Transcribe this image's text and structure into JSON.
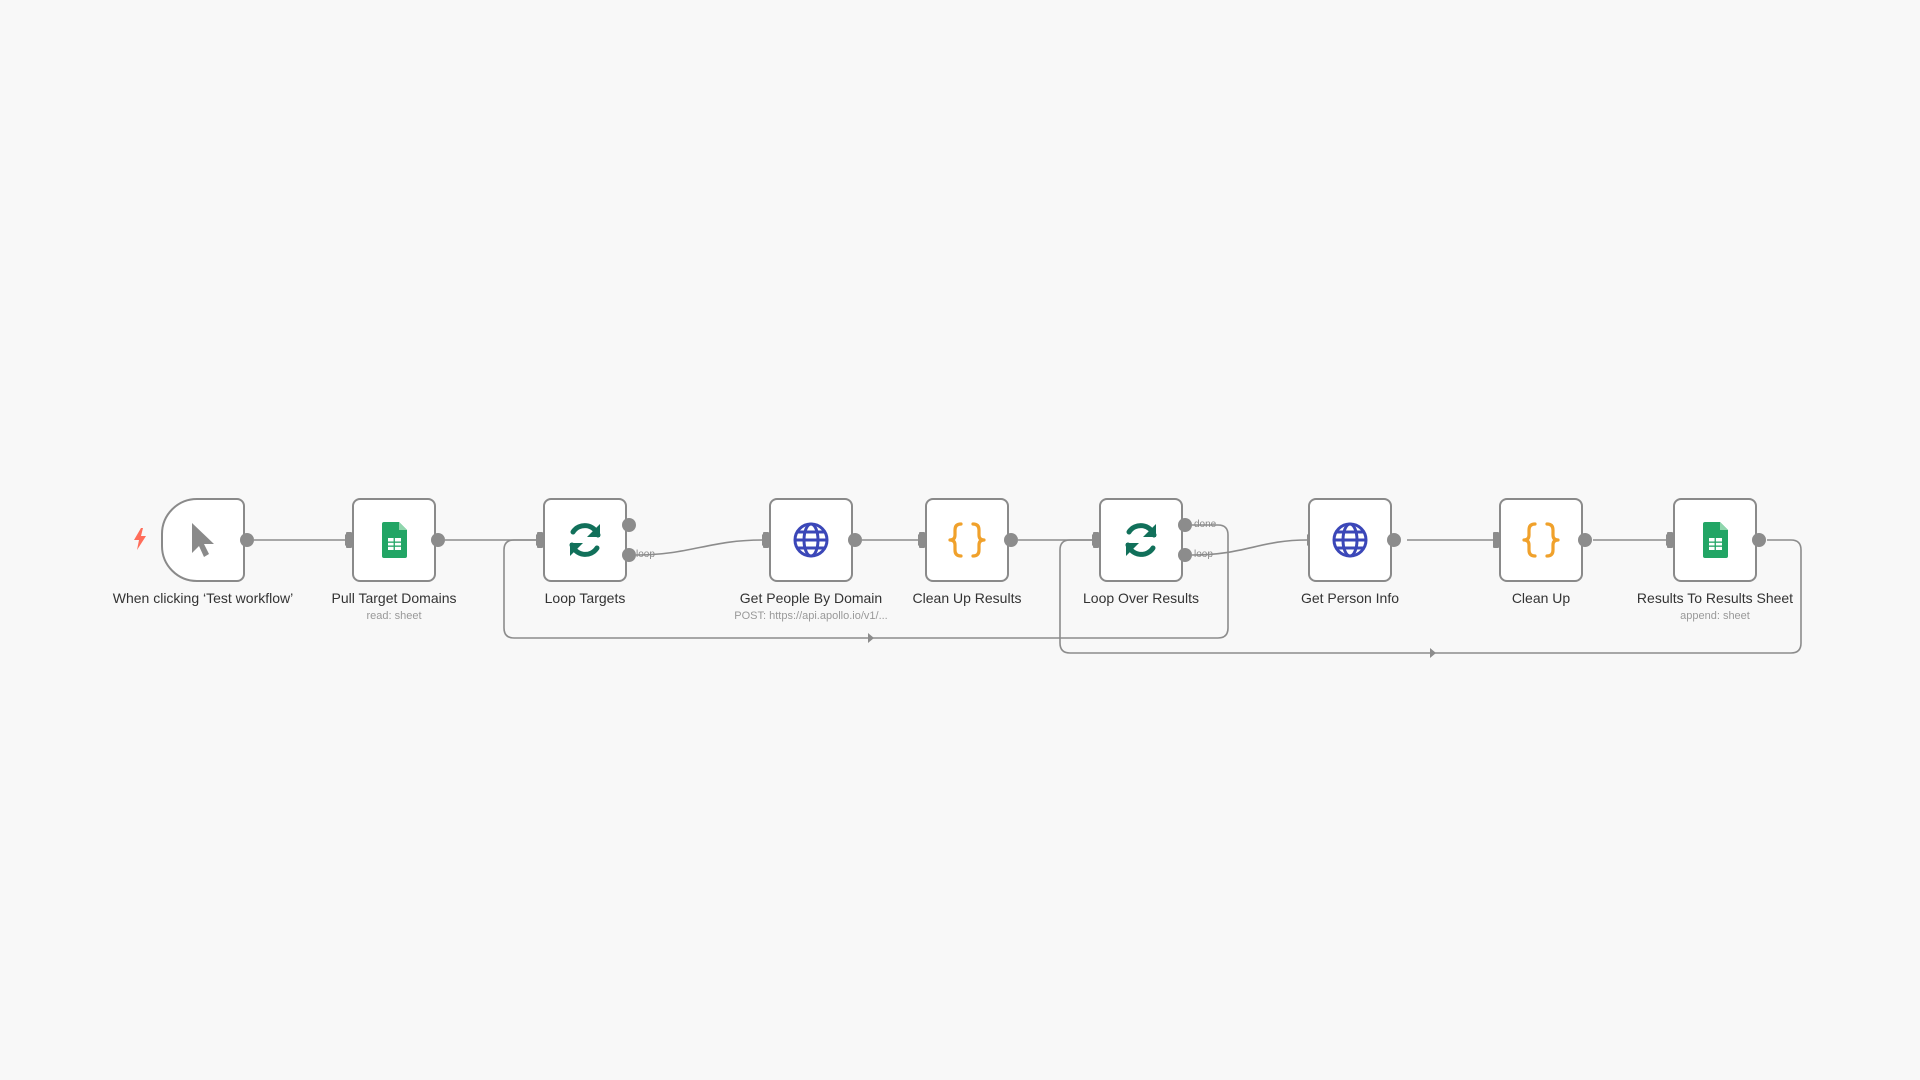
{
  "nodes": [
    {
      "id": "trigger",
      "label": "When clicking ‘Test workflow’",
      "subtitle": "",
      "icon": "cursor-icon"
    },
    {
      "id": "pull",
      "label": "Pull Target Domains",
      "subtitle": "read: sheet",
      "icon": "google-sheets-icon"
    },
    {
      "id": "loop1",
      "label": "Loop Targets",
      "subtitle": "",
      "icon": "loop-icon"
    },
    {
      "id": "getpeople",
      "label": "Get People By Domain",
      "subtitle": "POST: https://api.apollo.io/v1/...",
      "icon": "globe-icon"
    },
    {
      "id": "clean1",
      "label": "Clean Up Results",
      "subtitle": "",
      "icon": "code-braces-icon"
    },
    {
      "id": "loop2",
      "label": "Loop Over Results",
      "subtitle": "",
      "icon": "loop-icon"
    },
    {
      "id": "getperson",
      "label": "Get Person Info",
      "subtitle": "",
      "icon": "globe-icon"
    },
    {
      "id": "clean2",
      "label": "Clean Up",
      "subtitle": "",
      "icon": "code-braces-icon"
    },
    {
      "id": "results",
      "label": "Results To Results Sheet",
      "subtitle": "append: sheet",
      "icon": "google-sheets-icon"
    }
  ],
  "port_labels": {
    "loop": "loop",
    "done": "done"
  },
  "colors": {
    "background": "#f8f8f8",
    "node_border": "#8a8a8a",
    "edge": "#8c8c8c",
    "trigger_bolt": "#ff6d5a",
    "sheets_green": "#22a565",
    "loop_green": "#11705a",
    "globe_blue": "#3b47b8",
    "code_orange": "#f0a12b"
  }
}
